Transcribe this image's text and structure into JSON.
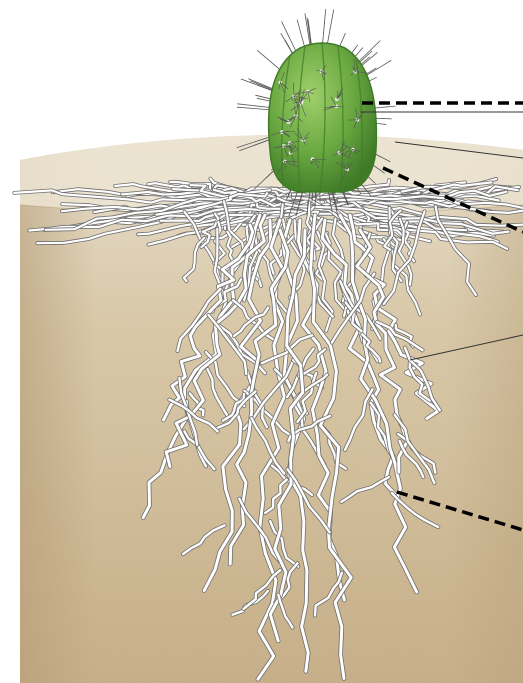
{
  "diagram": {
    "subject": "cactus-root-system",
    "colors": {
      "background": "#ffffff",
      "soil_top": "#ece4d2",
      "soil_mid": "#dccbaa",
      "soil_deep": "#c8b088",
      "soil_side_shadow": "#b39a74",
      "cactus_body": "#6aa842",
      "cactus_dark": "#3f7a26",
      "cactus_light": "#9fd06a",
      "spine": "#555555",
      "root_outline": "#6e6e6e",
      "root_fill": "#ffffff",
      "leader_line": "#333333",
      "dashed_pointer": "#000000"
    },
    "parts": [
      "cactus-stem",
      "stem-base",
      "shallow-lateral-roots",
      "deep-roots"
    ]
  }
}
